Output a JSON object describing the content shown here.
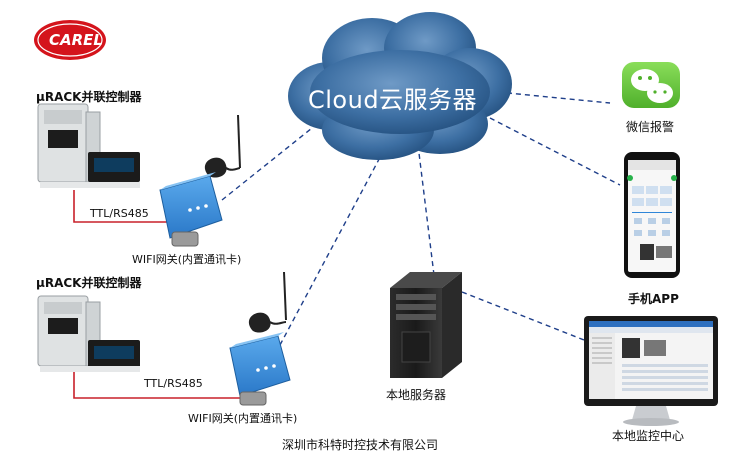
{
  "brand": {
    "logo_text": "CAREL",
    "logo_color": "#d4141c"
  },
  "cloud": {
    "title": "Cloud云服务器",
    "color": "#3d6fa3"
  },
  "nodes": {
    "rack_top_label": "μRACK并联控制器",
    "rack_bottom_label": "μRACK并联控制器",
    "ttl_top": "TTL/RS485",
    "ttl_bottom": "TTL/RS485",
    "gateway_top_label": "WIFI网关(内置通讯卡)",
    "gateway_bottom_label": "WIFI网关(内置通讯卡)",
    "wechat_label": "微信报警",
    "app_label": "手机APP",
    "local_server_label": "本地服务器",
    "local_monitor_label": "本地监控中心"
  },
  "footer": {
    "company": "深圳市科特时控技术有限公司"
  },
  "colors": {
    "link_dash": "#1f3f8a",
    "gateway_blue": "#2f86d8",
    "serial_line": "#c8202a",
    "wechat_green": "#64c83c"
  }
}
